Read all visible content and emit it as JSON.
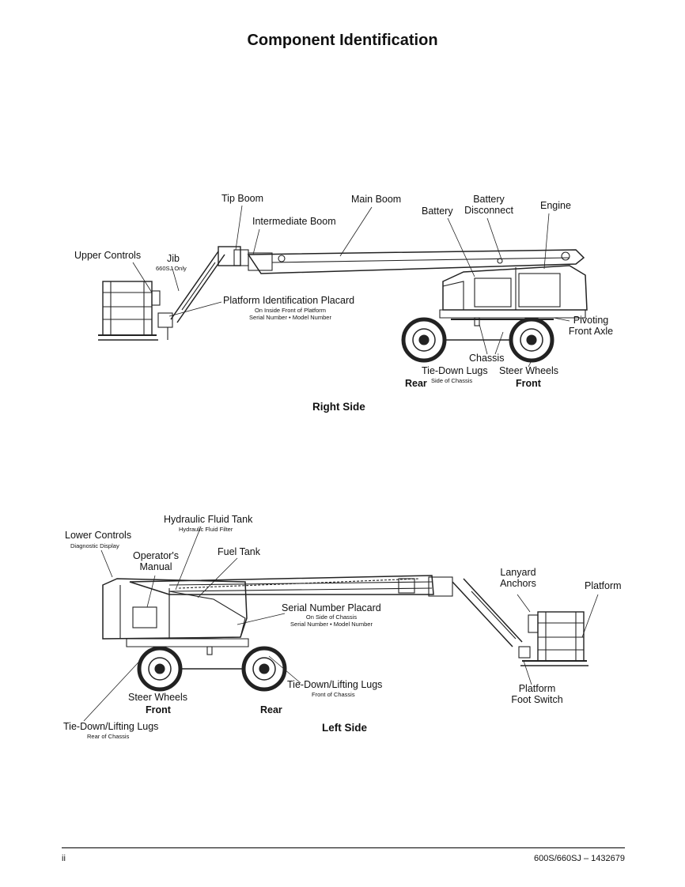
{
  "page_title": "Component Identification",
  "right_side": {
    "caption": "Right Side",
    "labels": {
      "tip_boom": "Tip Boom",
      "intermediate_boom": "Intermediate Boom",
      "main_boom": "Main Boom",
      "battery": "Battery",
      "battery_disconnect_1": "Battery",
      "battery_disconnect_2": "Disconnect",
      "engine": "Engine",
      "upper_controls": "Upper Controls",
      "jib": "Jib",
      "jib_note": "660SJ Only",
      "platform_id_placard": "Platform Identification Placard",
      "platform_id_note_1": "On Inside Front of Platform",
      "platform_id_note_2": "Serial Number • Model Number",
      "pivoting_front_axle_1": "Pivoting",
      "pivoting_front_axle_2": "Front Axle",
      "chassis": "Chassis",
      "tie_down_lugs": "Tie-Down Lugs",
      "tie_down_note": "Side of Chassis",
      "steer_wheels": "Steer Wheels",
      "rear": "Rear",
      "front": "Front"
    }
  },
  "left_side": {
    "caption": "Left Side",
    "labels": {
      "hydraulic_fluid_tank": "Hydraulic Fluid Tank",
      "hydraulic_fluid_note": "Hydraulic Fluid Filter",
      "lower_controls": "Lower Controls",
      "lower_controls_note": "Diagnostic Display",
      "operators_manual_1": "Operator's",
      "operators_manual_2": "Manual",
      "fuel_tank": "Fuel Tank",
      "lanyard_anchors_1": "Lanyard",
      "lanyard_anchors_2": "Anchors",
      "platform": "Platform",
      "serial_number_placard": "Serial Number Placard",
      "serial_note_1": "On Side of Chassis",
      "serial_note_2": "Serial Number • Model Number",
      "tie_down_lifting_front": "Tie-Down/Lifting Lugs",
      "tie_down_lifting_front_note": "Front of Chassis",
      "steer_wheels": "Steer Wheels",
      "front": "Front",
      "rear": "Rear",
      "tie_down_lifting_rear": "Tie-Down/Lifting Lugs",
      "tie_down_lifting_rear_note": "Rear of Chassis",
      "platform_foot_switch_1": "Platform",
      "platform_foot_switch_2": "Foot Switch"
    }
  },
  "footer": {
    "page_number": "ii",
    "doc_id": "600S/660SJ – 1432679"
  }
}
